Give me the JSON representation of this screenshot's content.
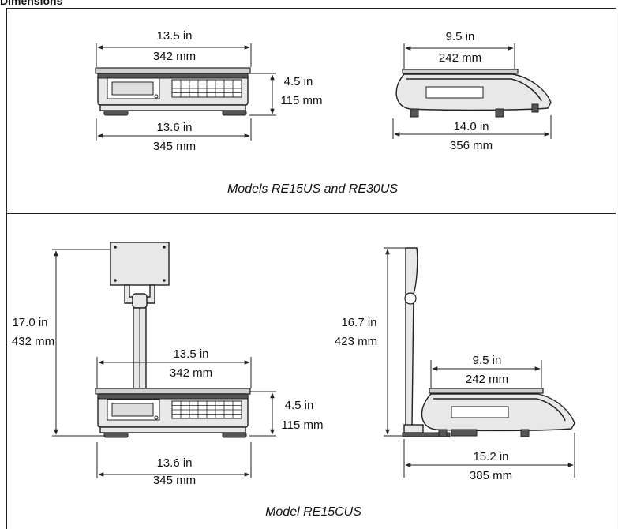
{
  "title": "Dimensions",
  "top_panel": {
    "caption": "Models RE15US and RE30US",
    "front": {
      "width_top_in": "13.5 in",
      "width_top_mm": "342 mm",
      "width_bottom_in": "13.6 in",
      "width_bottom_mm": "345 mm",
      "height_in": "4.5 in",
      "height_mm": "115 mm"
    },
    "side": {
      "platter_in": "9.5 in",
      "platter_mm": "242 mm",
      "depth_in": "14.0 in",
      "depth_mm": "356 mm"
    }
  },
  "bottom_panel": {
    "caption": "Model RE15CUS",
    "front": {
      "overall_height_in": "17.0 in",
      "overall_height_mm": "432 mm",
      "width_top_in": "13.5 in",
      "width_top_mm": "342 mm",
      "width_bottom_in": "13.6 in",
      "width_bottom_mm": "345 mm",
      "height_in": "4.5 in",
      "height_mm": "115 mm"
    },
    "side": {
      "overall_height_in": "16.7 in",
      "overall_height_mm": "423 mm",
      "platter_in": "9.5 in",
      "platter_mm": "242 mm",
      "depth_in": "15.2 in",
      "depth_mm": "385 mm"
    }
  }
}
